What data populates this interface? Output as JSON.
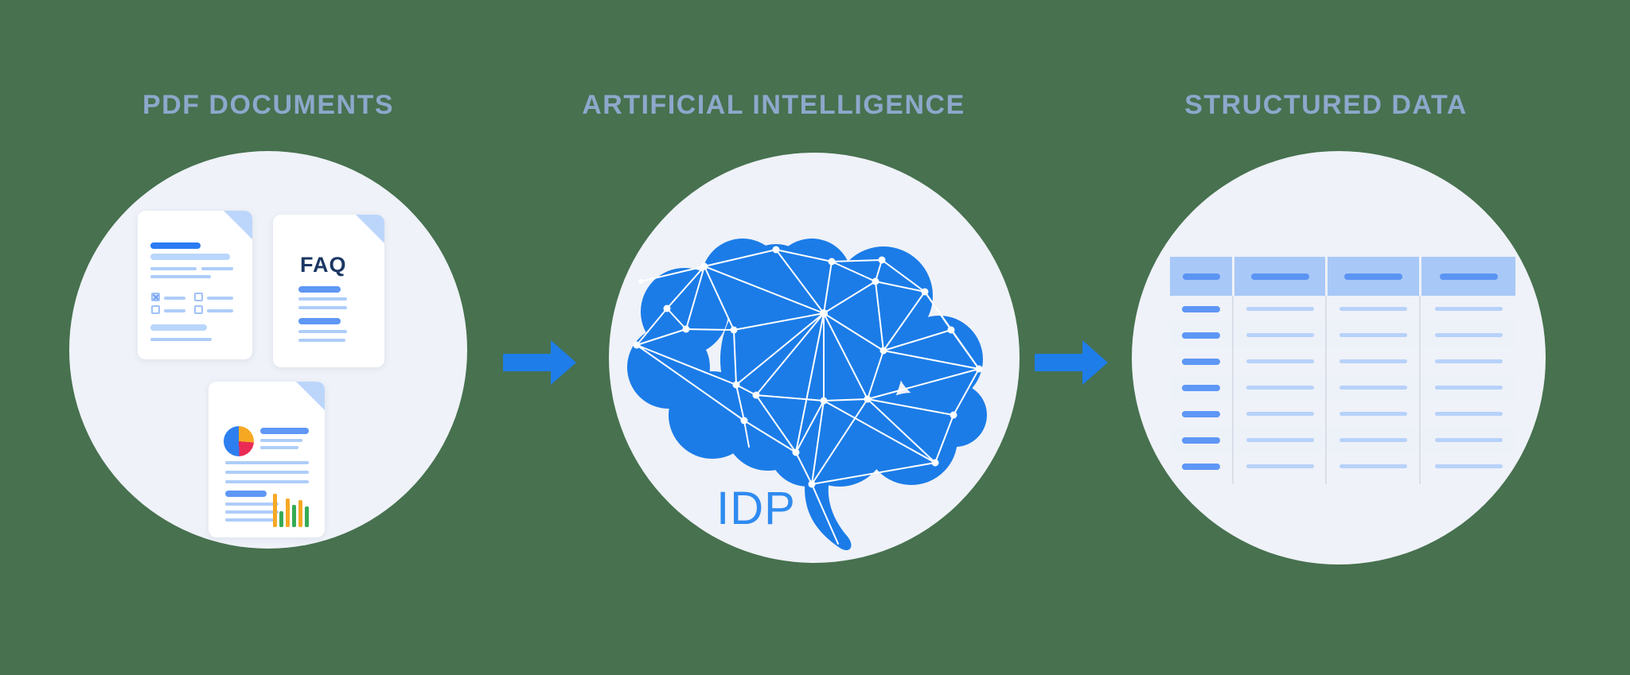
{
  "figure": {
    "title_row": [
      "PDF DOCUMENTS",
      "ARTIFICIAL INTELLIGENCE",
      "STRUCTURED DATA"
    ],
    "stages": [
      {
        "id": "pdf-documents",
        "title": "PDF DOCUMENTS"
      },
      {
        "id": "artificial-intelligence",
        "title": "ARTIFICIAL INTELLIGENCE",
        "badge": "IDP"
      },
      {
        "id": "structured-data",
        "title": "STRUCTURED DATA"
      }
    ]
  },
  "labels": {
    "faq_doc_title": "FAQ",
    "ai_badge": "IDP"
  },
  "palette": {
    "background_green": "#47714f",
    "circle_fill": "#eff2f8",
    "heading_text": "#8da8cb",
    "doc_title_blue": "#2b7cf2",
    "medium_blue": "#5e97f5",
    "light_blue_line": "#aecdf9",
    "light_blue_bar": "#b9d6fc",
    "fold_blue": "#bcd6fb",
    "brain_blue": "#1b7ce8",
    "arrow_blue": "#1e7de9",
    "idp_text_blue": "#2f8bf0",
    "faq_navy": "#1b3764",
    "pie": {
      "blue": "#2d7ff0",
      "orange": "#f7a823",
      "red": "#ea2b55"
    },
    "mini_bar_chart": {
      "orange": "#f7a823",
      "green": "#36ab55"
    },
    "table": {
      "header_bg": "#a8c8f7",
      "row_alt": "#edf1f8",
      "separator": "#d9dfe9",
      "header_bar": "#5b94f3",
      "cell_line": "#b7d2fa"
    }
  },
  "illustrations": {
    "pdf_documents": {
      "docs": [
        "form-document",
        "faq-document",
        "report-document"
      ],
      "pie_slices_deg": {
        "orange": 95,
        "red": 83,
        "blue": 182
      },
      "mini_bar_heights": [
        42,
        20,
        36,
        28,
        34,
        26
      ],
      "mini_bar_colors": [
        "orange",
        "green",
        "orange",
        "green",
        "orange",
        "green"
      ]
    },
    "structured_data_table": {
      "columns": 4,
      "rows": 7
    }
  }
}
